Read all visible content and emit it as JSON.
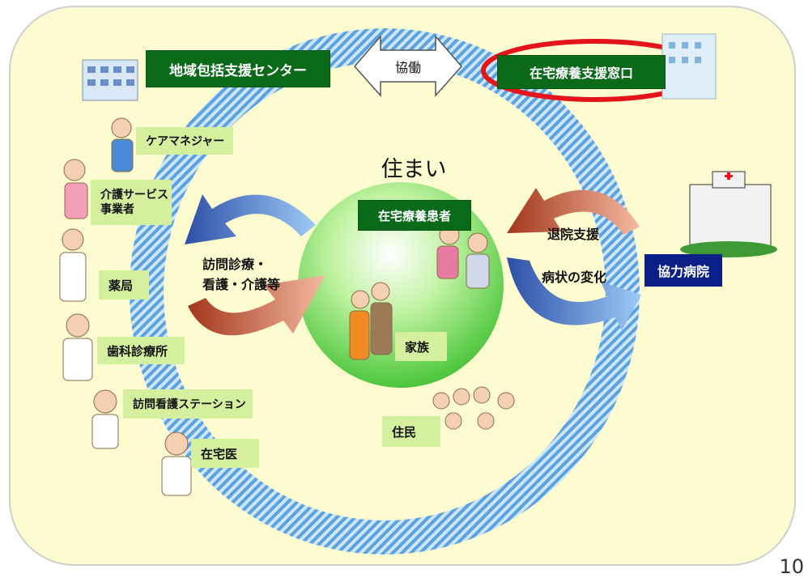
{
  "title_sumai": "住まい",
  "nodes": {
    "chiiki": "地域包括支援センター",
    "kyodo": "協働",
    "madoguchi": "在宅療養支援窓口",
    "caremanager": "ケアマネジャー",
    "kaigo": "介護サービス\n事業者",
    "yakkyoku": "薬局",
    "shika": "歯科診療所",
    "houmon_kango": "訪問看護ステーション",
    "zaitakui": "在宅医",
    "kanja": "在宅療養患者",
    "kazoku": "家族",
    "jumin": "住民",
    "kyoryoku": "協力病院",
    "houmon_shinryo": "訪問診療・\n看護・介護等",
    "taiin": "退院支援",
    "byojo": "病状の変化"
  },
  "page_number": "10",
  "colors": {
    "panel": "#fdfbd0",
    "ring": "#6fb1e6",
    "dark_green": "#0b6a1a",
    "navy": "#0c1f86",
    "highlight": "#e5141b",
    "light_green": "#d4ef9e"
  }
}
